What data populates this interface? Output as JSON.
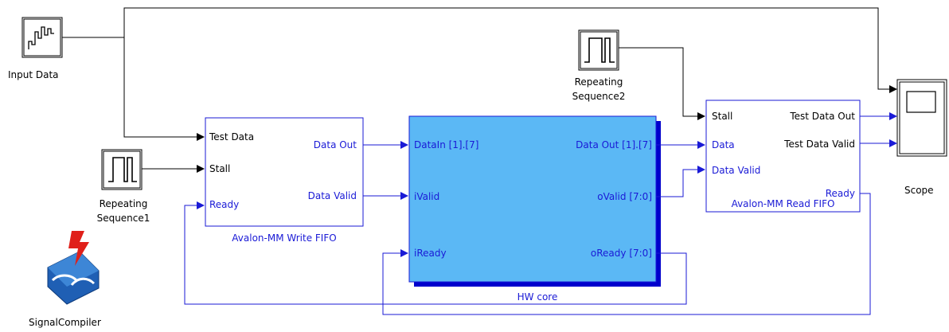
{
  "colors": {
    "wire": "#000000",
    "signal_wire": "#1a1ad6",
    "hw_core_fill": "#5bb8f5",
    "port_text": "#1a1ad6"
  },
  "blocks": {
    "input_data": {
      "label": "Input Data"
    },
    "repeating_sequence1": {
      "label_line1": "Repeating",
      "label_line2": "Sequence1"
    },
    "repeating_sequence2": {
      "label_line1": "Repeating",
      "label_line2": "Sequence2"
    },
    "write_fifo": {
      "name": "Avalon-MM Write FIFO",
      "in_ports": [
        "Test Data",
        "Stall",
        "Ready"
      ],
      "out_ports": [
        "Data Out",
        "Data Valid"
      ]
    },
    "hw_core": {
      "name": "HW core",
      "in_ports": [
        "DataIn [1].[7]",
        "iValid",
        "iReady"
      ],
      "out_ports": [
        "Data Out [1].[7]",
        "oValid [7:0]",
        "oReady [7:0]"
      ]
    },
    "read_fifo": {
      "name": "Avalon-MM Read FIFO",
      "in_ports": [
        "Stall",
        "Data",
        "Data Valid"
      ],
      "out_ports": [
        "Test Data Out",
        "Test Data Valid",
        "Ready"
      ]
    },
    "scope": {
      "label": "Scope"
    },
    "signal_compiler": {
      "label": "SignalCompiler"
    }
  }
}
